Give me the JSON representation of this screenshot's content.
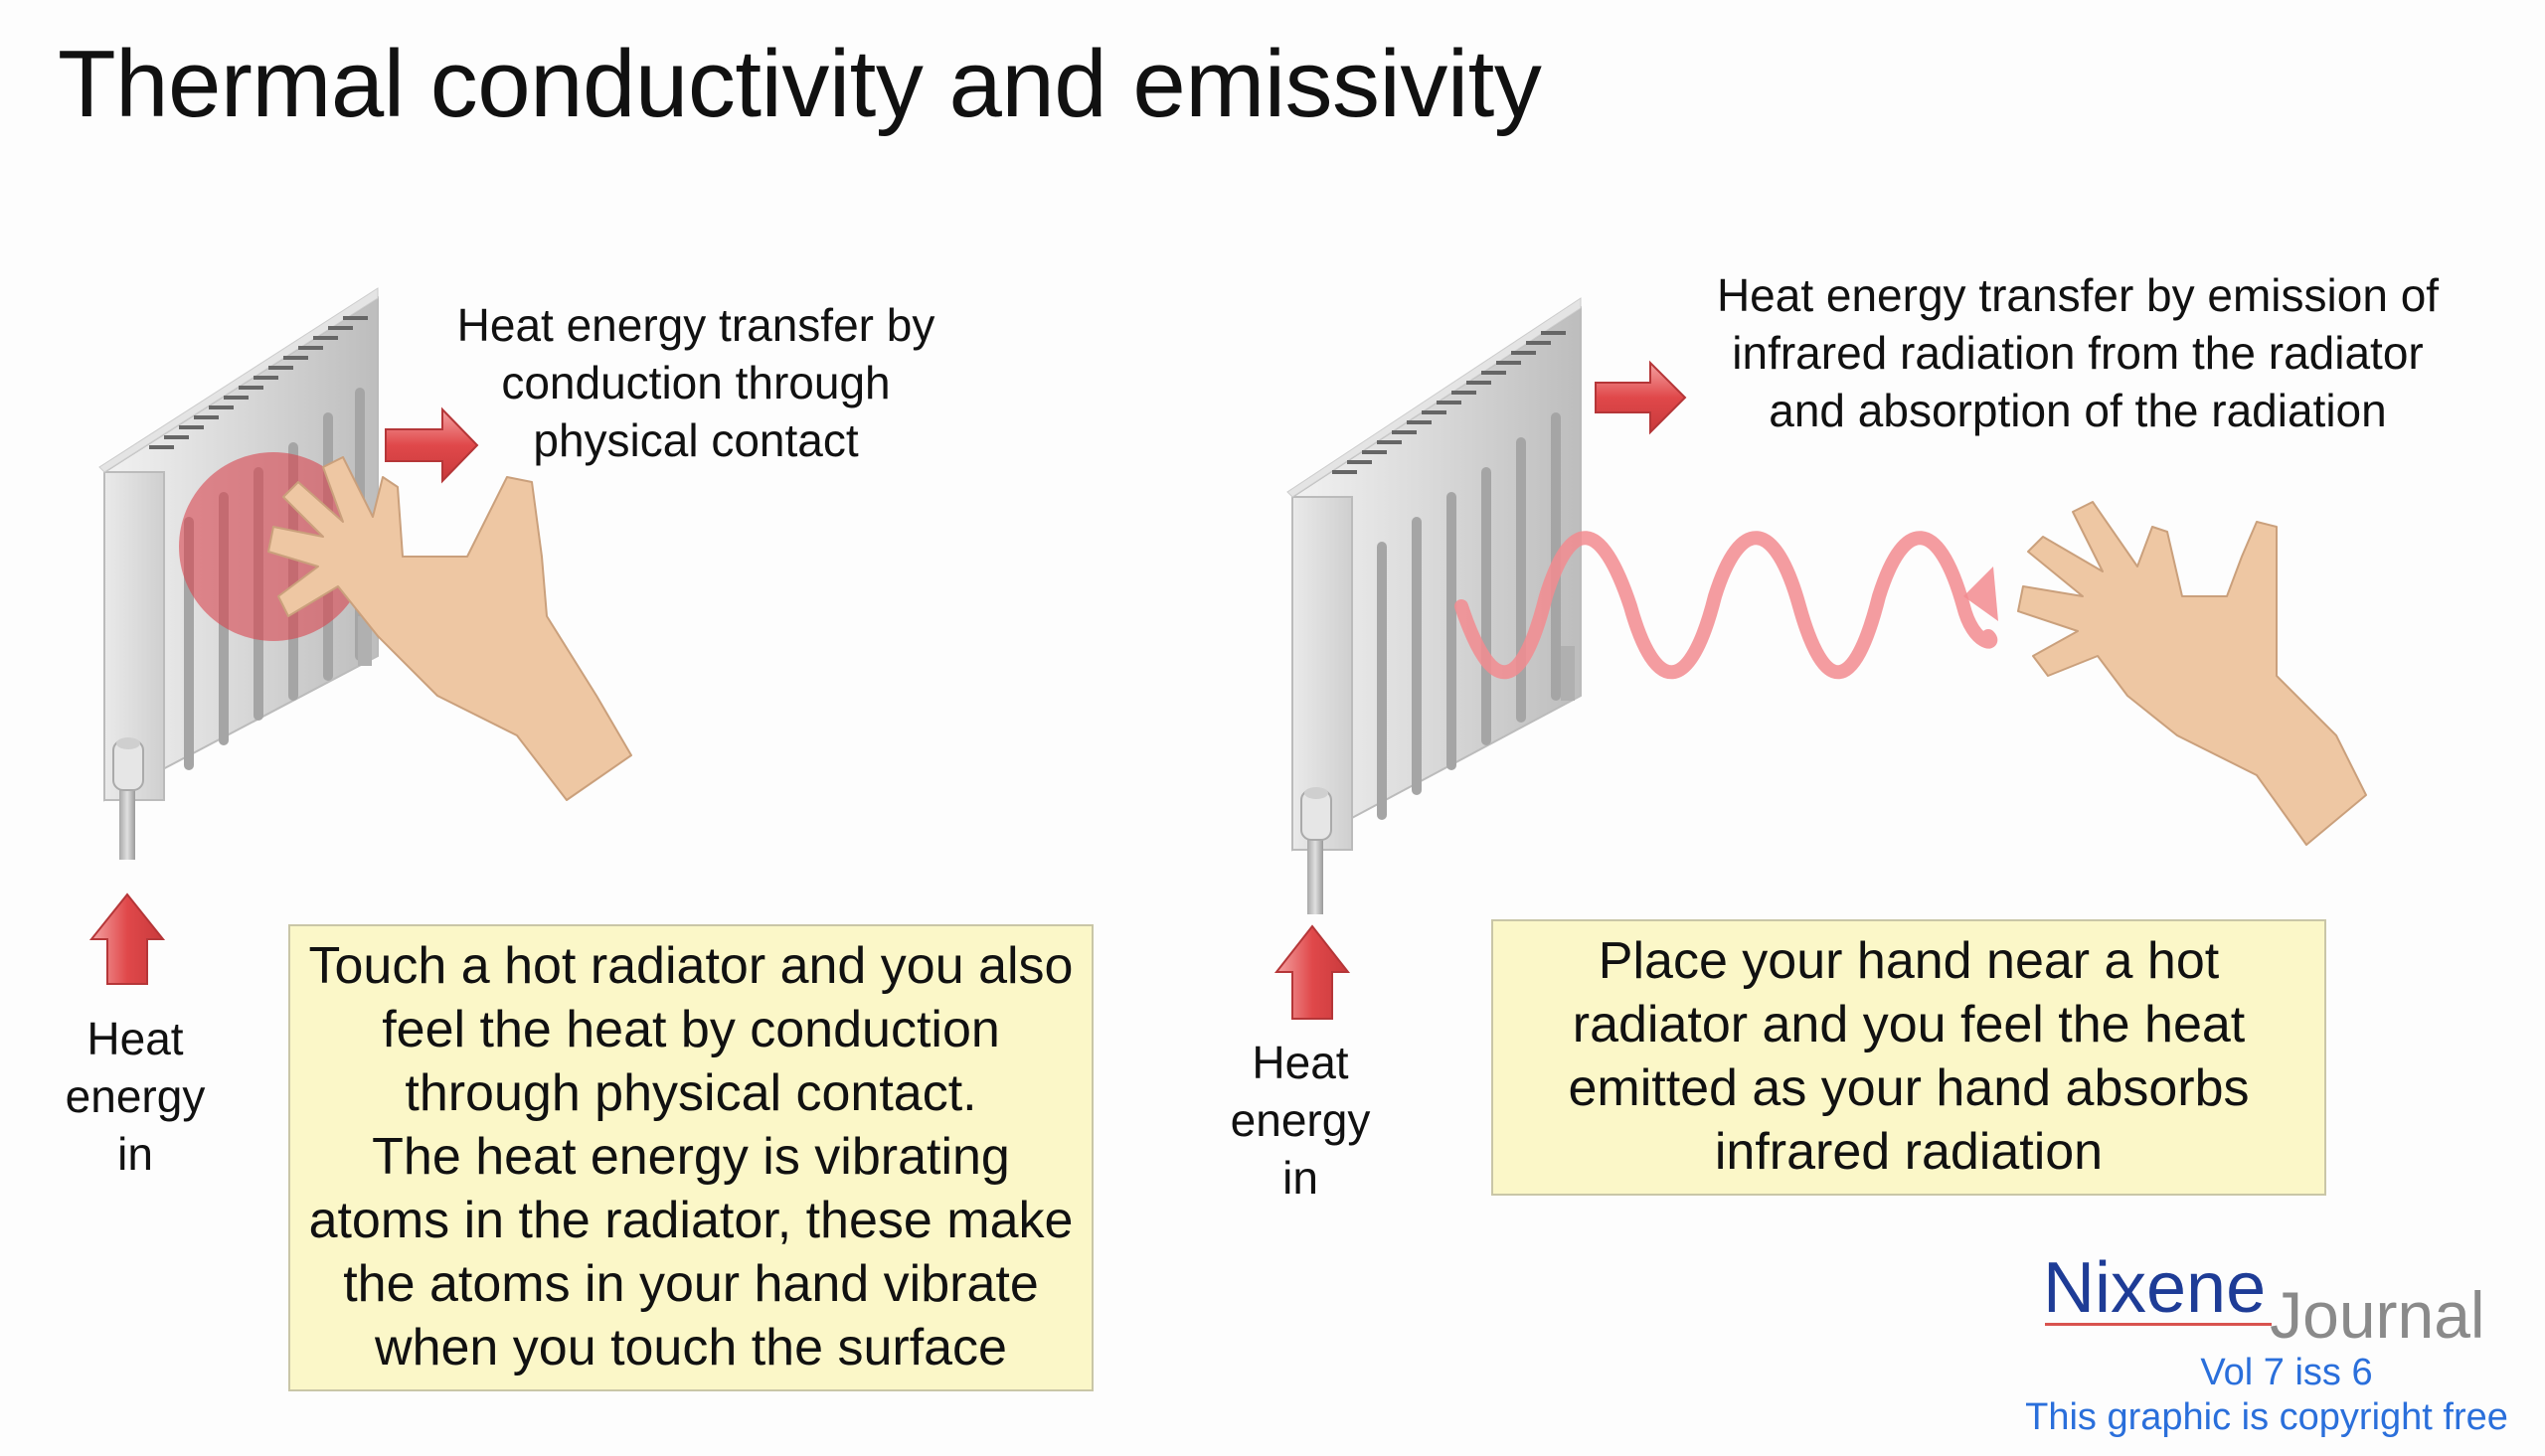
{
  "title": "Thermal conductivity and emissivity",
  "left_panel": {
    "transfer_caption": [
      "Heat energy transfer by",
      "conduction through",
      "physical contact"
    ],
    "heat_in_label": [
      "Heat",
      "energy",
      "in"
    ],
    "note": [
      "Touch a hot radiator and you also",
      "feel the heat by conduction",
      "through physical contact.",
      "The heat energy is vibrating",
      "atoms in the radiator, these make",
      "the atoms in your hand vibrate",
      "when you touch the surface"
    ]
  },
  "right_panel": {
    "transfer_caption": [
      "Heat energy transfer by emission of",
      "infrared radiation from the radiator",
      "and absorption of the radiation"
    ],
    "heat_in_label": [
      "Heat",
      "energy",
      "in"
    ],
    "note": [
      "Place your hand near a hot",
      "radiator and you feel the heat",
      "emitted as your hand absorbs",
      "infrared radiation"
    ]
  },
  "branding": {
    "name": "Nixene",
    "journal": "Journal",
    "volume": "Vol 7 iss 6",
    "copyright": "This graphic is copyright free"
  },
  "colors": {
    "arrow": "#e0484a",
    "hand": "#eec7a3",
    "hot_spot": "#d9454e",
    "wave": "#f28b8f",
    "note_bg": "#fbf7c8",
    "brand_blue": "#1e3c96",
    "link_blue": "#2a6fdb"
  }
}
